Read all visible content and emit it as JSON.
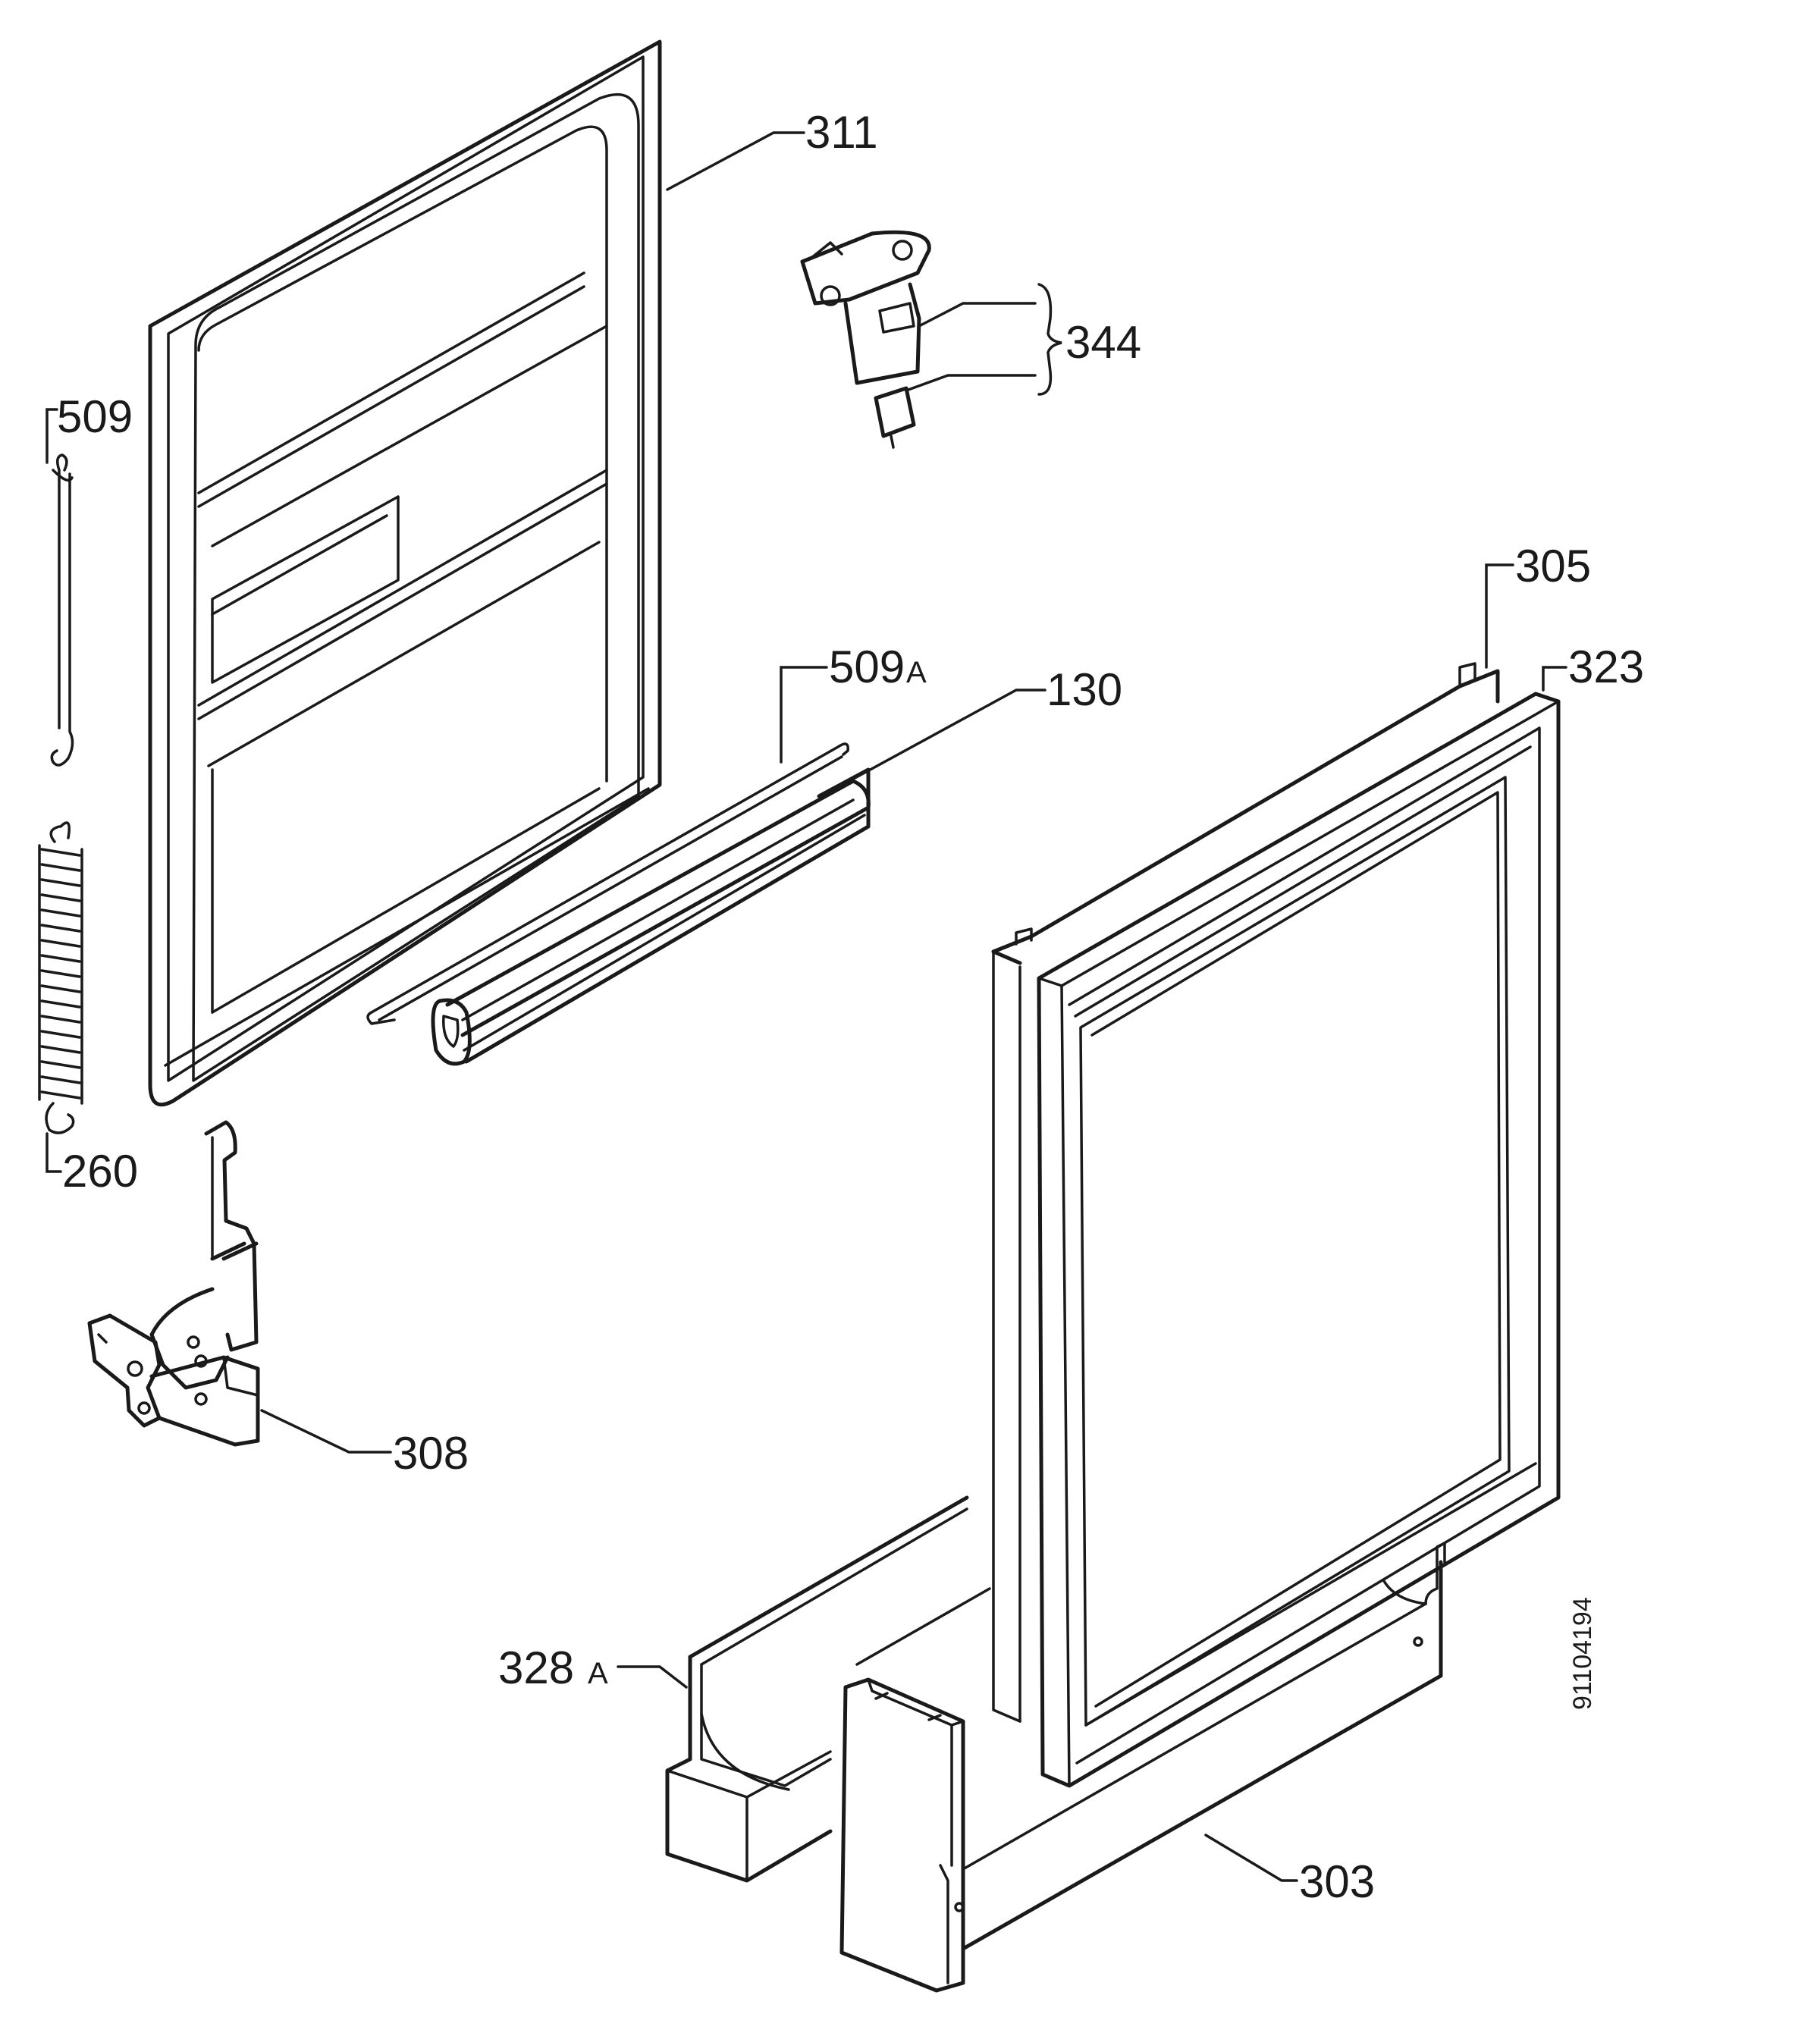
{
  "labels": {
    "p311": "311",
    "p344": "344",
    "p509": "509",
    "p305": "305",
    "p323": "323",
    "p509a": "509",
    "p509a_suffix": "A",
    "p130": "130",
    "p260": "260",
    "p308": "308",
    "p328a": "328",
    "p328a_suffix": "A",
    "p303": "303"
  },
  "drawing_code": "91104194"
}
